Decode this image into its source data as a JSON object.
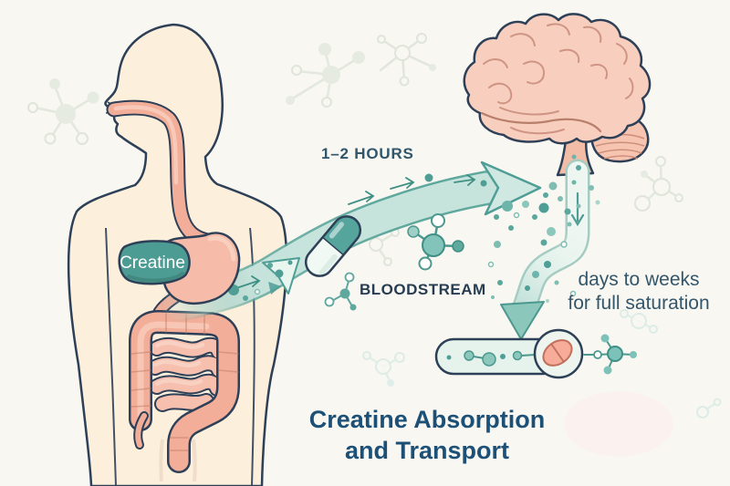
{
  "illustration": {
    "kind": "medical infographic",
    "organ_badge": {
      "text": "Creatine"
    },
    "flow_labels": {
      "duration": "1–2 HOURS",
      "bloodstream": "BLOODSTREAM",
      "saturation_line1": "days to weeks",
      "saturation_line2": "for full saturation"
    },
    "title": {
      "line1": "Creatine Absorption",
      "line2": "and Transport"
    },
    "icons": [
      "human-body-icon",
      "stomach-icon",
      "intestines-icon",
      "esophagus-icon",
      "brain-icon",
      "capsule-icon",
      "molecule-icon",
      "flow-arrow-icon",
      "bloodstream-channel-icon",
      "muscle-vessel-icon",
      "pill-cross-section-icon"
    ],
    "colors": {
      "background": "#f8f7f1",
      "body_fill": "#fcefdc",
      "outline_navy": "#2e4057",
      "organ_salmon": "#f2ae98",
      "brain_pink": "#f8cfbe",
      "teal_primary": "#4f9e96",
      "teal_band": "#cfe8e1",
      "badge_teal": "#4d9c94",
      "title_blue": "#1d5077",
      "label_slate": "#2f566b"
    }
  }
}
